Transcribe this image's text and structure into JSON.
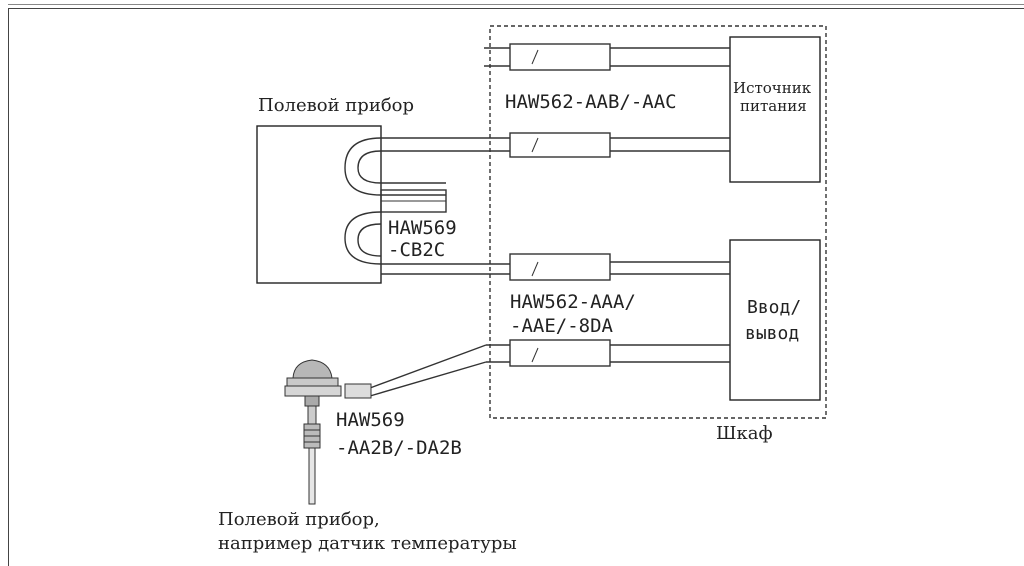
{
  "labels": {
    "field_device": "Полевой прибор",
    "cable_top": "HAW562-AAB/-AAC",
    "power_line1": "Источник",
    "power_line2": "питания",
    "cable_mid_line1": "HAW569",
    "cable_mid_line2": "-CB2C",
    "cable_bottom_line1": "HAW562-AAA/",
    "cable_bottom_line2": "-AAE/-8DA",
    "io_line1": "Ввод/",
    "io_line2": "вывод",
    "cable_sensor_line1": "HAW569",
    "cable_sensor_line2": "-AA2B/-DA2B",
    "cabinet": "Шкаф",
    "sensor_caption_line1": "Полевой прибор,",
    "sensor_caption_line2": "например датчик температуры"
  }
}
